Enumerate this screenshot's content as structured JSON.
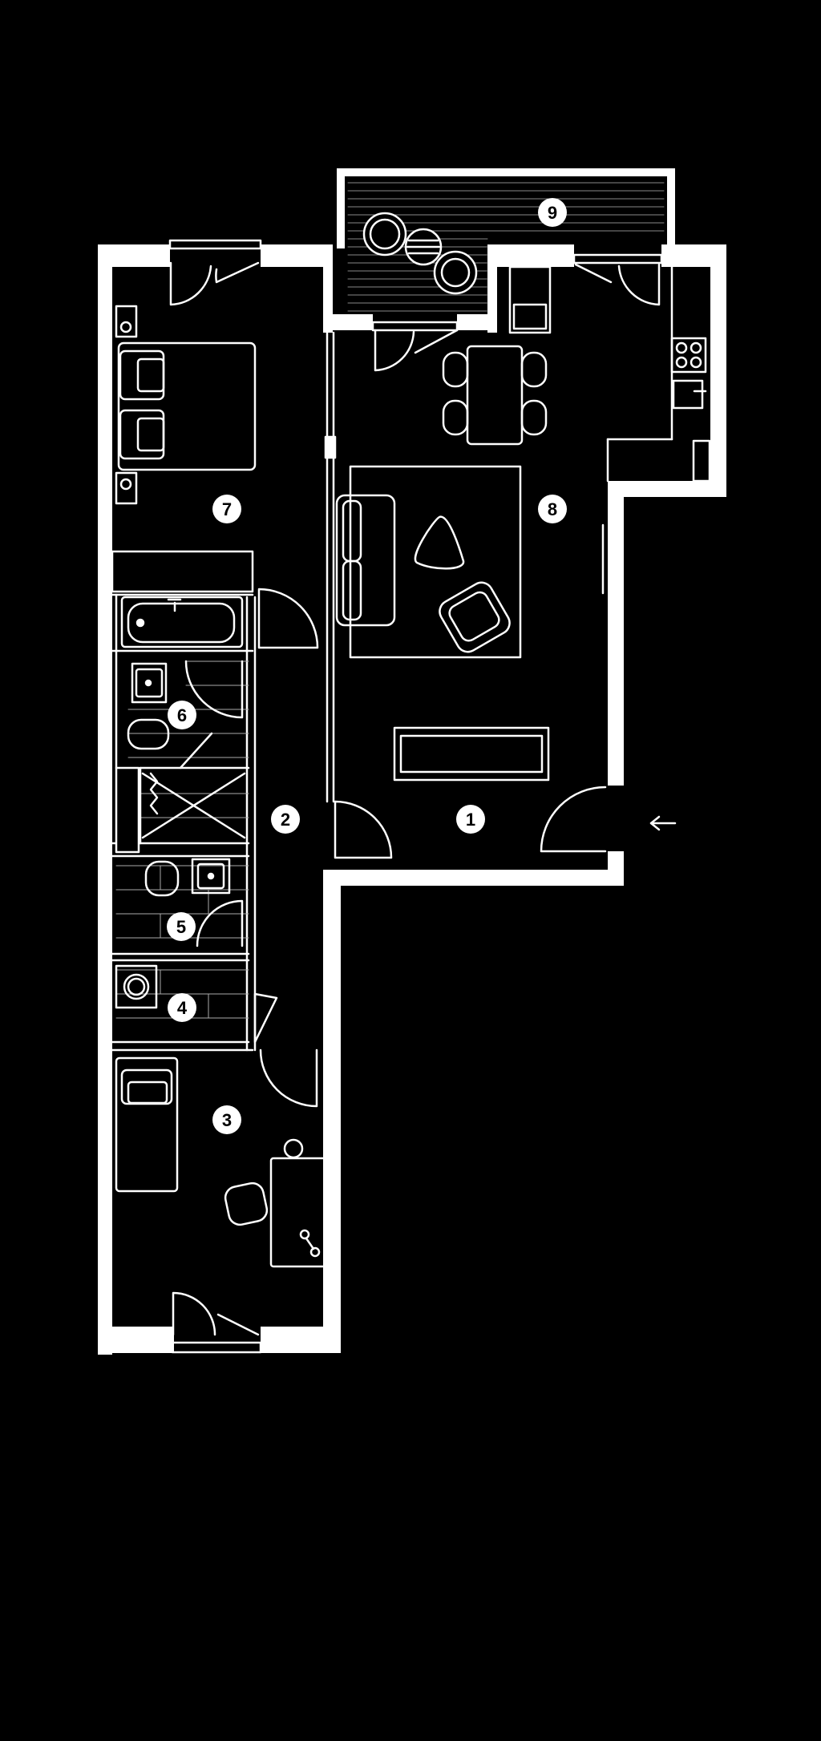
{
  "floorplan": {
    "background": "#000000",
    "line_color": "#ffffff",
    "rooms": [
      {
        "id": "r1",
        "label": "1"
      },
      {
        "id": "r2",
        "label": "2"
      },
      {
        "id": "r3",
        "label": "3"
      },
      {
        "id": "r4",
        "label": "4"
      },
      {
        "id": "r5",
        "label": "5"
      },
      {
        "id": "r6",
        "label": "6"
      },
      {
        "id": "r7",
        "label": "7"
      },
      {
        "id": "r8",
        "label": "8"
      },
      {
        "id": "r9",
        "label": "9"
      }
    ],
    "entrance_icon": "arrow-left-icon"
  }
}
